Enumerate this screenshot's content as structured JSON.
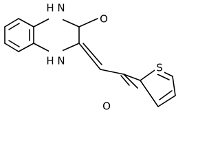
{
  "structure": {
    "atoms": {
      "nh_top": "H N",
      "nh_bottom": "H N",
      "oxygen_carbonyl_ring": "O",
      "oxygen_ketone": "O",
      "sulfur": "S"
    },
    "colors": {
      "bond": "#000000",
      "background": "#ffffff"
    }
  }
}
